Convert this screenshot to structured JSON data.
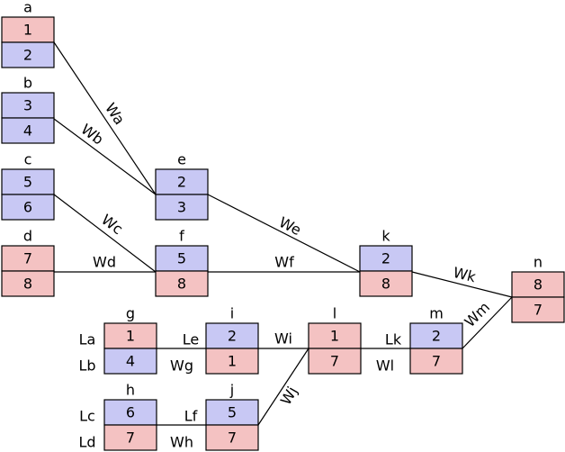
{
  "colors": {
    "red": "#f4c2c2",
    "blue": "#c8c8f4",
    "stroke": "#000000"
  },
  "nodes": [
    {
      "id": "a",
      "label": "a",
      "cells": [
        {
          "value": "1",
          "color": "red"
        },
        {
          "value": "2",
          "color": "blue"
        }
      ]
    },
    {
      "id": "b",
      "label": "b",
      "cells": [
        {
          "value": "3",
          "color": "blue"
        },
        {
          "value": "4",
          "color": "blue"
        }
      ]
    },
    {
      "id": "c",
      "label": "c",
      "cells": [
        {
          "value": "5",
          "color": "blue"
        },
        {
          "value": "6",
          "color": "blue"
        }
      ]
    },
    {
      "id": "d",
      "label": "d",
      "cells": [
        {
          "value": "7",
          "color": "red"
        },
        {
          "value": "8",
          "color": "red"
        }
      ]
    },
    {
      "id": "e",
      "label": "e",
      "cells": [
        {
          "value": "2",
          "color": "blue"
        },
        {
          "value": "3",
          "color": "blue"
        }
      ]
    },
    {
      "id": "f",
      "label": "f",
      "cells": [
        {
          "value": "5",
          "color": "blue"
        },
        {
          "value": "8",
          "color": "red"
        }
      ]
    },
    {
      "id": "k",
      "label": "k",
      "cells": [
        {
          "value": "2",
          "color": "blue"
        },
        {
          "value": "8",
          "color": "red"
        }
      ]
    },
    {
      "id": "n",
      "label": "n",
      "cells": [
        {
          "value": "8",
          "color": "red"
        },
        {
          "value": "7",
          "color": "red"
        }
      ]
    },
    {
      "id": "g",
      "label": "g",
      "cells": [
        {
          "value": "1",
          "color": "red"
        },
        {
          "value": "4",
          "color": "blue"
        }
      ]
    },
    {
      "id": "i",
      "label": "i",
      "cells": [
        {
          "value": "2",
          "color": "blue"
        },
        {
          "value": "1",
          "color": "red"
        }
      ]
    },
    {
      "id": "l",
      "label": "l",
      "cells": [
        {
          "value": "1",
          "color": "red"
        },
        {
          "value": "7",
          "color": "red"
        }
      ]
    },
    {
      "id": "m",
      "label": "m",
      "cells": [
        {
          "value": "2",
          "color": "blue"
        },
        {
          "value": "7",
          "color": "red"
        }
      ]
    },
    {
      "id": "h",
      "label": "h",
      "cells": [
        {
          "value": "6",
          "color": "blue"
        },
        {
          "value": "7",
          "color": "red"
        }
      ]
    },
    {
      "id": "j",
      "label": "j",
      "cells": [
        {
          "value": "5",
          "color": "blue"
        },
        {
          "value": "7",
          "color": "red"
        }
      ]
    }
  ],
  "edges": [
    {
      "id": "Wa",
      "label": "Wa",
      "from": "a",
      "to": "e"
    },
    {
      "id": "Wb",
      "label": "Wb",
      "from": "b",
      "to": "e"
    },
    {
      "id": "Wc",
      "label": "Wc",
      "from": "c",
      "to": "f"
    },
    {
      "id": "Wd",
      "label": "Wd",
      "from": "d",
      "to": "f"
    },
    {
      "id": "We",
      "label": "We",
      "from": "e",
      "to": "k"
    },
    {
      "id": "Wf",
      "label": "Wf",
      "from": "f",
      "to": "k"
    },
    {
      "id": "Wk",
      "label": "Wk",
      "from": "k",
      "to": "n"
    },
    {
      "id": "Wm",
      "label": "Wm",
      "from": "m",
      "to": "n"
    },
    {
      "id": "Wi",
      "label": "Wi",
      "from": "i",
      "to": "l"
    },
    {
      "id": "Wl",
      "label": "Wl",
      "from": "l",
      "to": "m"
    },
    {
      "id": "Wj",
      "label": "Wj",
      "from": "j",
      "to": "l"
    },
    {
      "id": "Wg",
      "label": "Wg",
      "from": "g",
      "to": "i"
    },
    {
      "id": "Wh",
      "label": "Wh",
      "from": "h",
      "to": "j"
    }
  ],
  "input_labels": [
    {
      "id": "La",
      "label": "La"
    },
    {
      "id": "Lb",
      "label": "Lb"
    },
    {
      "id": "Le",
      "label": "Le"
    },
    {
      "id": "Lc",
      "label": "Lc"
    },
    {
      "id": "Ld",
      "label": "Ld"
    },
    {
      "id": "Lf",
      "label": "Lf"
    },
    {
      "id": "Lk",
      "label": "Lk"
    }
  ]
}
